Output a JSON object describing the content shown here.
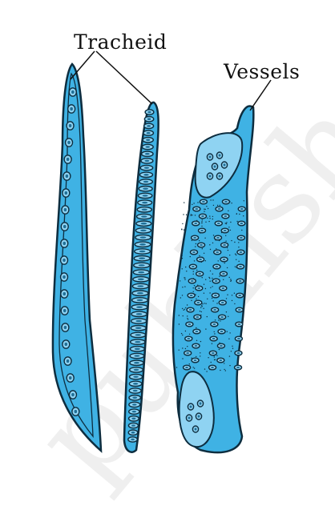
{
  "labels": {
    "tracheid": "Tracheid",
    "vessels": "Vessels"
  },
  "watermark": "publisher",
  "colors": {
    "cell_fill": "#3fb2e4",
    "cell_light": "#8fd3f2",
    "outline": "#0d2d3f",
    "background": "#ffffff"
  }
}
